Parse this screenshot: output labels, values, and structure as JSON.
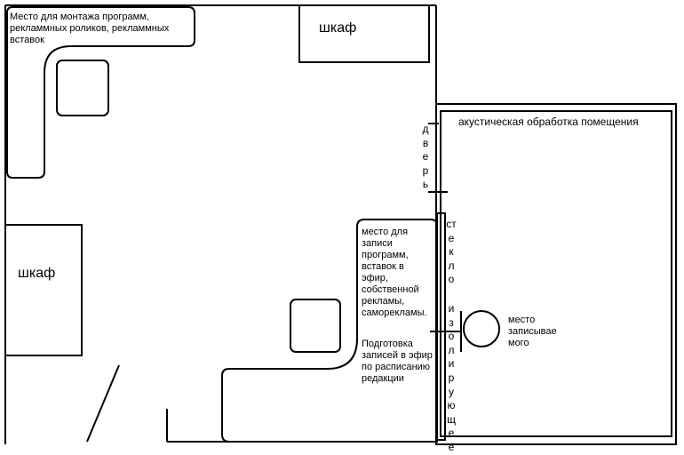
{
  "labels": {
    "editing_area": "Место для монтажа программ, рекламмных роликов, рекламмных вставок",
    "cabinet_top": "шкаф",
    "cabinet_left": "шкаф",
    "acoustic": "акустическая обработка помещения",
    "door": "дверь",
    "glass": "стекло",
    "insulated": "изолирующее",
    "recording_area": "место для записи программ, вставок в эфир, собственной рекламы, саморекламы.",
    "preparation": "Подготовка записей в эфир по расписанию редакции",
    "recording_spot": "место записывае мого"
  }
}
